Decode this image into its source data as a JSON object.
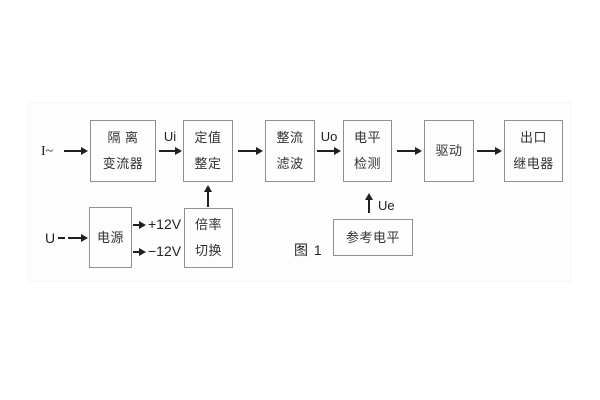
{
  "figure": {
    "caption": "图 1",
    "blocks": {
      "isolation_transformer": {
        "line1": "隔 离",
        "line2": "变流器"
      },
      "setting_adjust": {
        "line1": "定值",
        "line2": "整定"
      },
      "rectify_filter": {
        "line1": "整流",
        "line2": "滤波"
      },
      "level_detect": {
        "line1": "电平",
        "line2": "检测"
      },
      "drive": {
        "line1": "驱动"
      },
      "output_relay": {
        "line1": "出口",
        "line2": "继电器"
      },
      "power_supply": {
        "line1": "电源"
      },
      "ratio_switch": {
        "line1": "倍率",
        "line2": "切换"
      },
      "reference_level": {
        "line1": "参考电平"
      }
    },
    "signal_labels": {
      "input_current": "I~",
      "ui": "Ui",
      "uo": "Uo",
      "ue": "Ue",
      "input_voltage": "U",
      "rail_positive": "+12V",
      "rail_negative": "−12V"
    },
    "colors": {
      "line": "#1f1f1f",
      "box-border": "#8f8f8f",
      "text": "#333333",
      "page-bg": "#ffffff",
      "photo-bg": "#fdfdfe"
    }
  }
}
